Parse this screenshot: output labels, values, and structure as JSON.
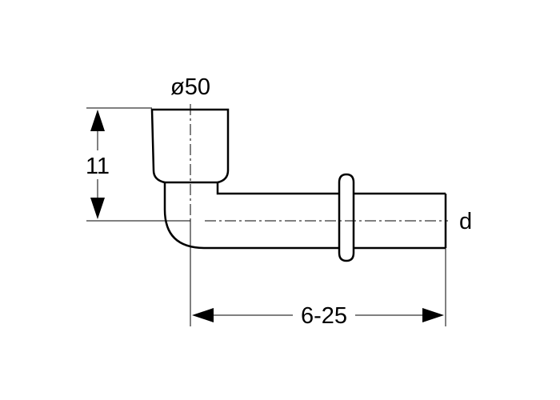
{
  "labels": {
    "diameter": "ø50",
    "height": "11",
    "length": "6-25",
    "pipe": "d"
  },
  "colors": {
    "line": "#000000",
    "background": "#ffffff"
  }
}
